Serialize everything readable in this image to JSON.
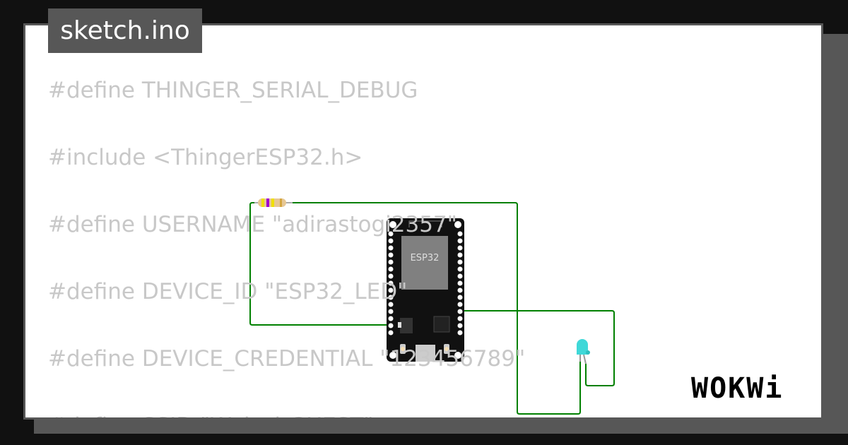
{
  "title": "sketch.ino",
  "code_lines": [
    "#define THINGER_SERIAL_DEBUG",
    "#include <ThingerESP32.h>",
    "#define USERNAME \"adirastogi2357\"",
    "#define DEVICE_ID \"ESP32_LED\"",
    "#define DEVICE_CREDENTIAL \"123456789\"",
    "#define SSID \"Wokwi-GUEST\""
  ],
  "circuit": {
    "board_label": "ESP32",
    "wire_color": "#008000",
    "led_color": "#3fd8d8",
    "components": [
      "resistor",
      "esp32-devkit",
      "led"
    ]
  },
  "logo": "WOKWi"
}
